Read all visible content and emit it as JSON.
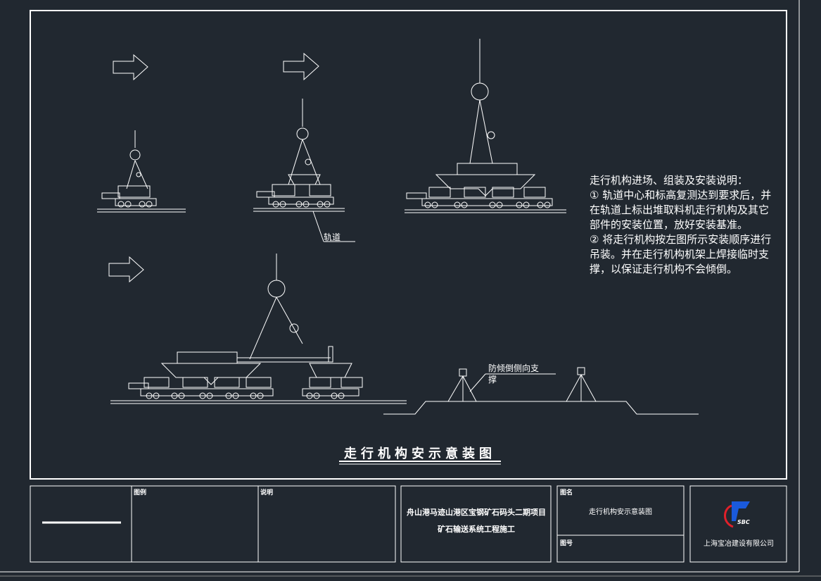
{
  "notes": {
    "heading": "走行机构进场、组装及安装说明：",
    "item1": "① 轨道中心和标高复测达到要求后，并在轨道上标出堆取料机走行机构及其它部件的安装位置，放好安装基准。",
    "item2": "② 将走行机构按左图所示安装顺序进行吊装。并在走行机构机架上焊接临时支撑，以保证走行机构不会倾倒。"
  },
  "labels": {
    "rail": "轨道",
    "support_line1": "防倾倒侧向支",
    "support_line2": "撑"
  },
  "drawing_title": "走行机构安示意装图",
  "title_block": {
    "legend_label": "图例",
    "description_label": "说明",
    "project_line1": "舟山港马迹山港区宝钢矿石码头二期项目",
    "project_line2": "矿石输送系统工程施工",
    "drawing_name_label": "图名",
    "drawing_name": "走行机构安示意装图",
    "drawing_number_label": "图号",
    "logo_text": "SBC",
    "company": "上海宝冶建设有限公司"
  },
  "colors": {
    "background": "#212830",
    "line": "#ffffff",
    "logo_blue": "#1a5adc",
    "logo_red": "#e0202a"
  }
}
